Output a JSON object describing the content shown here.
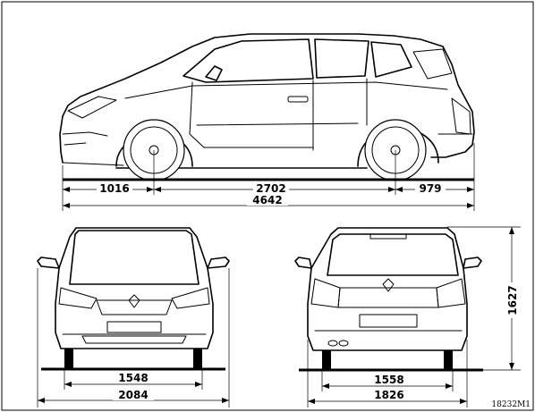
{
  "figure": {
    "reference": "18232M1"
  },
  "side_view": {
    "dims": {
      "front_overhang": "1016",
      "wheelbase": "2702",
      "rear_overhang": "979",
      "overall_length": "4642"
    }
  },
  "front_view": {
    "dims": {
      "front_track": "1548",
      "overall_width": "2084"
    }
  },
  "rear_view": {
    "dims": {
      "rear_track": "1558",
      "width": "1826",
      "height": "1627"
    }
  },
  "colors": {
    "line": "#000000",
    "background": "#ffffff"
  }
}
